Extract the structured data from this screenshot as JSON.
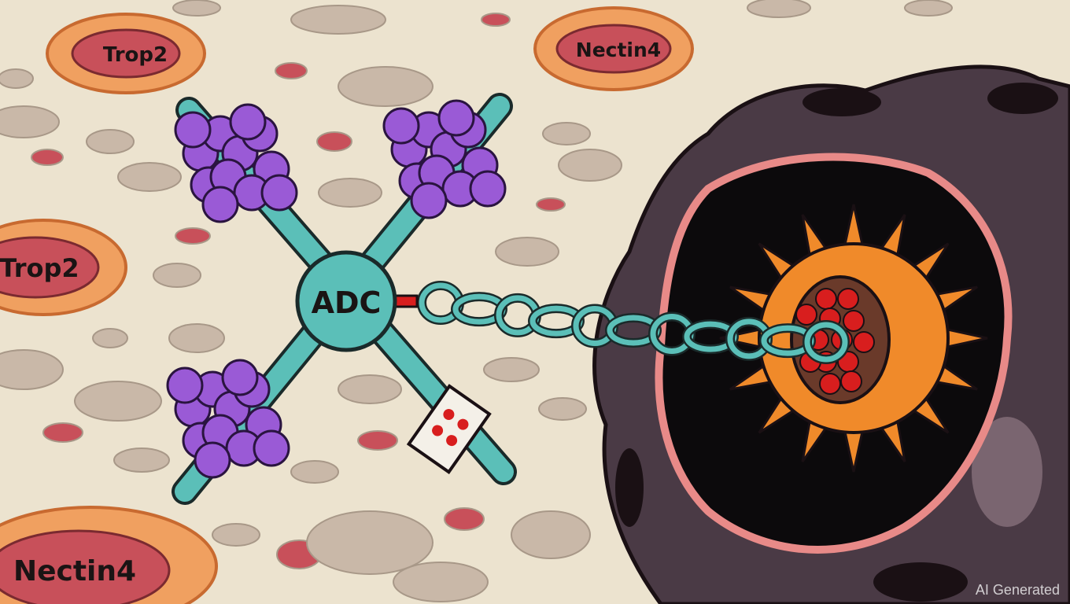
{
  "illustration": {
    "labels": {
      "trop2_top": "Trop2",
      "nectin4_top": "Nectin4",
      "trop2_left": "Trop2",
      "nectin4_bottom": "Nectin4",
      "adc": "ADC"
    },
    "watermark": "AI Generated",
    "colors": {
      "background": "#ece3cf",
      "antibody": "#5bbfb8",
      "antigen_clusters": "#9a5ad6",
      "tumor_cell": "#4a3a45",
      "receptor_ring": "#f0a060",
      "receptor_core": "#c8505a",
      "virus": "#f08a2a",
      "payload": "#d81e1e"
    }
  }
}
